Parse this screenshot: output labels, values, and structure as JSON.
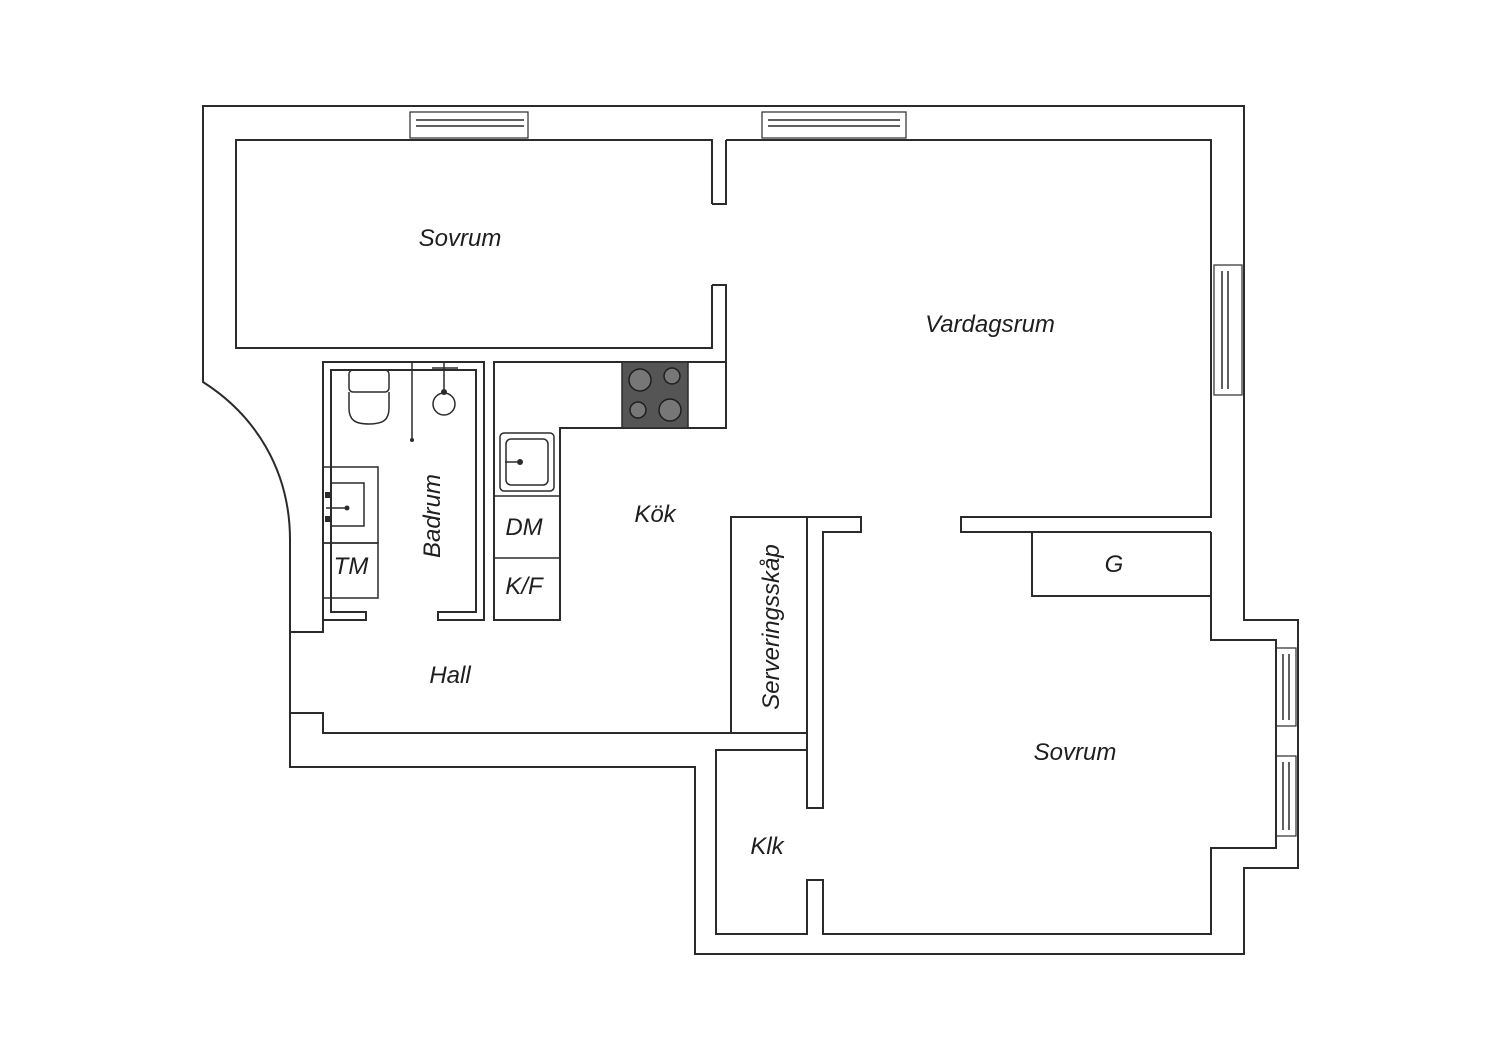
{
  "rooms": {
    "sovrum_top": "Sovrum",
    "vardagsrum": "Vardagsrum",
    "badrum": "Badrum",
    "kok": "Kök",
    "dm": "DM",
    "kf": "K/F",
    "tm": "TM",
    "hall": "Hall",
    "serveringsskap": "Serveringsskåp",
    "g": "G",
    "sovrum_bottom": "Sovrum",
    "klk": "Klk"
  },
  "colors": {
    "line": "#2b2b2b",
    "background": "#ffffff",
    "stove": "#555555"
  }
}
